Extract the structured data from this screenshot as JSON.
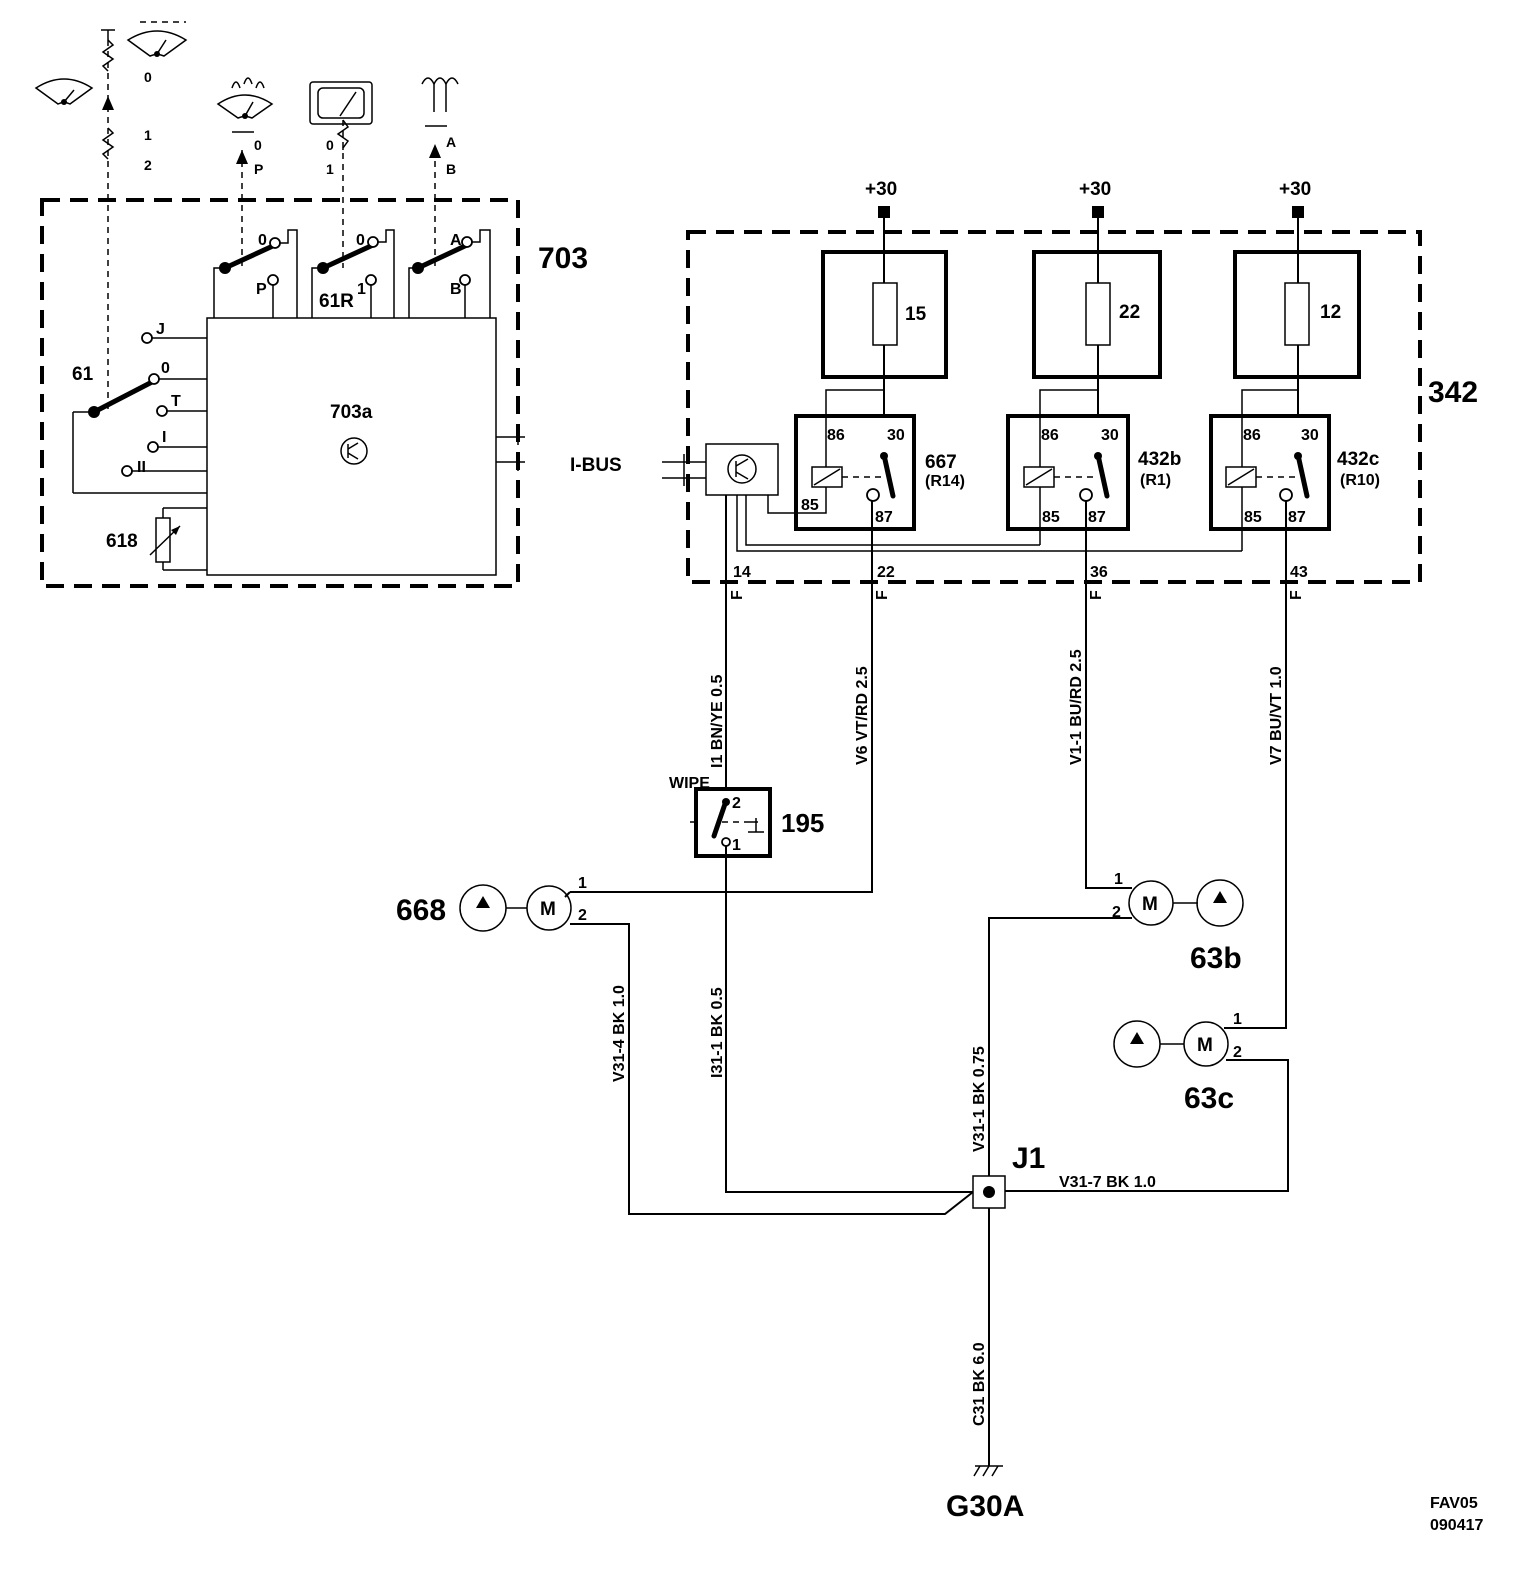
{
  "modules": {
    "module_703": "703",
    "module_703a": "703a",
    "module_342": "342"
  },
  "switch_703": {
    "lever_61": "61",
    "pos_J": "J",
    "pos_0": "0",
    "pos_T": "T",
    "pos_I": "I",
    "pos_II": "II",
    "rheostat_618": "618",
    "top_pos_0": "0",
    "top_pos_1": "1",
    "top_pos_2": "2",
    "sw1_0": "0",
    "sw1_P": "P",
    "sw1_top_0": "0",
    "sw1_top_P": "P",
    "sw2_0": "0",
    "sw2_1": "1",
    "sw2_label": "61R",
    "sw2_top_0": "0",
    "sw2_top_1": "1",
    "sw3_A": "A",
    "sw3_B": "B",
    "sw3_top_A": "A",
    "sw3_top_B": "B"
  },
  "supply": {
    "plus30": "+30"
  },
  "fuses": [
    "15",
    "22",
    "12"
  ],
  "relays": [
    {
      "id": "667",
      "ref": "(R14)",
      "p86": "86",
      "p30": "30",
      "p85": "85",
      "p87": "87"
    },
    {
      "id": "432b",
      "ref": "(R1)",
      "p86": "86",
      "p30": "30",
      "p85": "85",
      "p87": "87"
    },
    {
      "id": "432c",
      "ref": "(R10)",
      "p86": "86",
      "p30": "30",
      "p85": "85",
      "p87": "87"
    }
  ],
  "ibus": "I-BUS",
  "pins": {
    "p14": "14",
    "p22": "22",
    "p36": "36",
    "p43": "43",
    "F": "F"
  },
  "wires": {
    "w_i1": "I1   BN/YE  0.5",
    "w_v6": "V6  VT/RD  2.5",
    "w_v1_1": "V1-1 BU/RD   2.5",
    "w_v7": "V7   BU/VT  1.0",
    "w_v31_4": "V31-4  BK  1.0",
    "w_i31_1": "I31-1  BK  0.5",
    "w_v31_1": "V31-1  BK  0.75",
    "w_v31_7": "V31-7   BK    1.0",
    "w_c31": "C31 BK 6.0"
  },
  "switch_195": {
    "label": "WIPE",
    "id": "195",
    "p1": "1",
    "p2": "2"
  },
  "pumps": {
    "p668": {
      "id": "668",
      "motor": "M",
      "p1": "1",
      "p2": "2"
    },
    "p63b": {
      "id": "63b",
      "motor": "M",
      "p1": "1",
      "p2": "2"
    },
    "p63c": {
      "id": "63c",
      "motor": "M",
      "p1": "1",
      "p2": "2"
    }
  },
  "junction": "J1",
  "ground": "G30A",
  "doc_code": {
    "line1": "FAV05",
    "line2": "090417"
  }
}
